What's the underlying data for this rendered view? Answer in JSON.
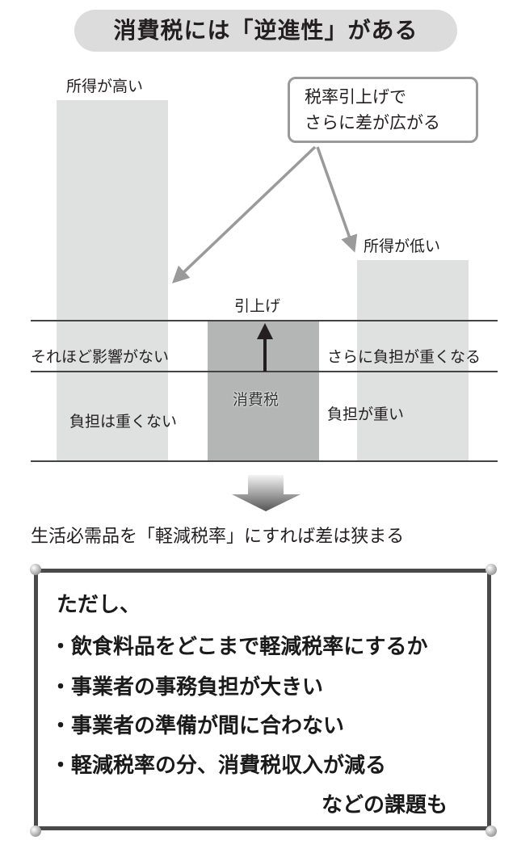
{
  "title": "消費税には「逆進性」がある",
  "high_income": {
    "label": "所得が高い",
    "upper": "それほど影響がない",
    "lower": "負担は重くない"
  },
  "low_income": {
    "label": "所得が低い",
    "upper": "さらに負担が重くなる",
    "lower": "負担が重い"
  },
  "tax": {
    "label": "消費税",
    "raise": "引上げ"
  },
  "callout": {
    "line1": "税率引上げで",
    "line2": "さらに差が広がる"
  },
  "conclusion": "生活必需品を「軽減税率」にすれば差は狭まる",
  "issues": {
    "intro": "ただし、",
    "items": [
      "・飲食料品をどこまで軽減税率にするか",
      "・事業者の事務負担が大きい",
      "・事業者の準備が間に合わない",
      "・軽減税率の分、消費税収入が減る"
    ],
    "closing": "などの課題も"
  }
}
